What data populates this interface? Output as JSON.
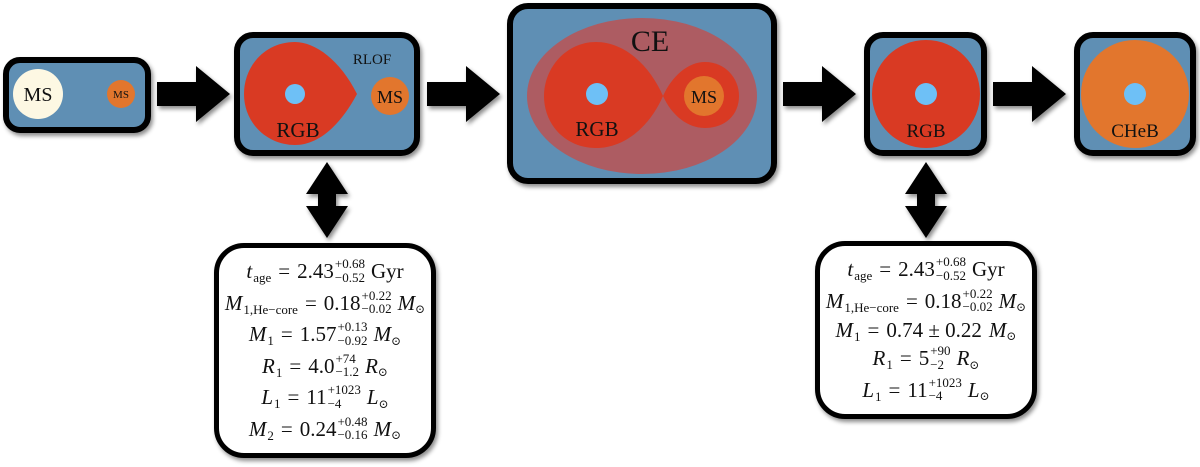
{
  "colors": {
    "panel_bg": "#5f8fb4",
    "rgb_envelope": "#d93a23",
    "ce_envelope": "#ad5c62",
    "ms_primary": "#fdf8e3",
    "ms_companion": "#e2762d",
    "core": "#6ec0f6",
    "cheb": "#e2762d",
    "frame": "#000000"
  },
  "stages": [
    {
      "id": "ms-ms",
      "labels": {
        "primary": "MS",
        "companion": "MS"
      }
    },
    {
      "id": "rlof",
      "labels": {
        "title": "RLOF",
        "primary": "RGB",
        "companion": "MS"
      }
    },
    {
      "id": "ce",
      "labels": {
        "title": "CE",
        "primary": "RGB",
        "companion": "MS"
      }
    },
    {
      "id": "rgb",
      "labels": {
        "primary": "RGB"
      }
    },
    {
      "id": "cheb",
      "labels": {
        "primary": "CHeB"
      }
    }
  ],
  "info_boxes": [
    {
      "attached_to": "rlof",
      "rows": [
        {
          "sym": "t",
          "sub": "age",
          "value": "2.43",
          "plus": "+0.68",
          "minus": "−0.52",
          "unit": "Gyr",
          "unit_sub": ""
        },
        {
          "sym": "M",
          "sub": "1,He−core",
          "value": "0.18",
          "plus": "+0.22",
          "minus": "−0.02",
          "unit": "M",
          "unit_sub": "⊙"
        },
        {
          "sym": "M",
          "sub": "1",
          "value": "1.57",
          "plus": "+0.13",
          "minus": "−0.92",
          "unit": "M",
          "unit_sub": "⊙"
        },
        {
          "sym": "R",
          "sub": "1",
          "value": "4.0",
          "plus": "+74",
          "minus": "−1.2",
          "unit": "R",
          "unit_sub": "⊙"
        },
        {
          "sym": "L",
          "sub": "1",
          "value": "11",
          "plus": "+1023",
          "minus": "−4",
          "unit": "L",
          "unit_sub": "⊙"
        },
        {
          "sym": "M",
          "sub": "2",
          "value": "0.24",
          "plus": "+0.48",
          "minus": "−0.16",
          "unit": "M",
          "unit_sub": "⊙"
        }
      ]
    },
    {
      "attached_to": "rgb",
      "rows": [
        {
          "sym": "t",
          "sub": "age",
          "value": "2.43",
          "plus": "+0.68",
          "minus": "−0.52",
          "unit": "Gyr",
          "unit_sub": ""
        },
        {
          "sym": "M",
          "sub": "1,He−core",
          "value": "0.18",
          "plus": "+0.22",
          "minus": "−0.02",
          "unit": "M",
          "unit_sub": "⊙"
        },
        {
          "sym": "M",
          "sub": "1",
          "value": "0.74 ± 0.22",
          "plus": "",
          "minus": "",
          "unit": "M",
          "unit_sub": "⊙"
        },
        {
          "sym": "R",
          "sub": "1",
          "value": "5",
          "plus": "+90",
          "minus": "−2",
          "unit": "R",
          "unit_sub": "⊙"
        },
        {
          "sym": "L",
          "sub": "1",
          "value": "11",
          "plus": "+1023",
          "minus": "−4",
          "unit": "L",
          "unit_sub": "⊙"
        }
      ]
    }
  ]
}
